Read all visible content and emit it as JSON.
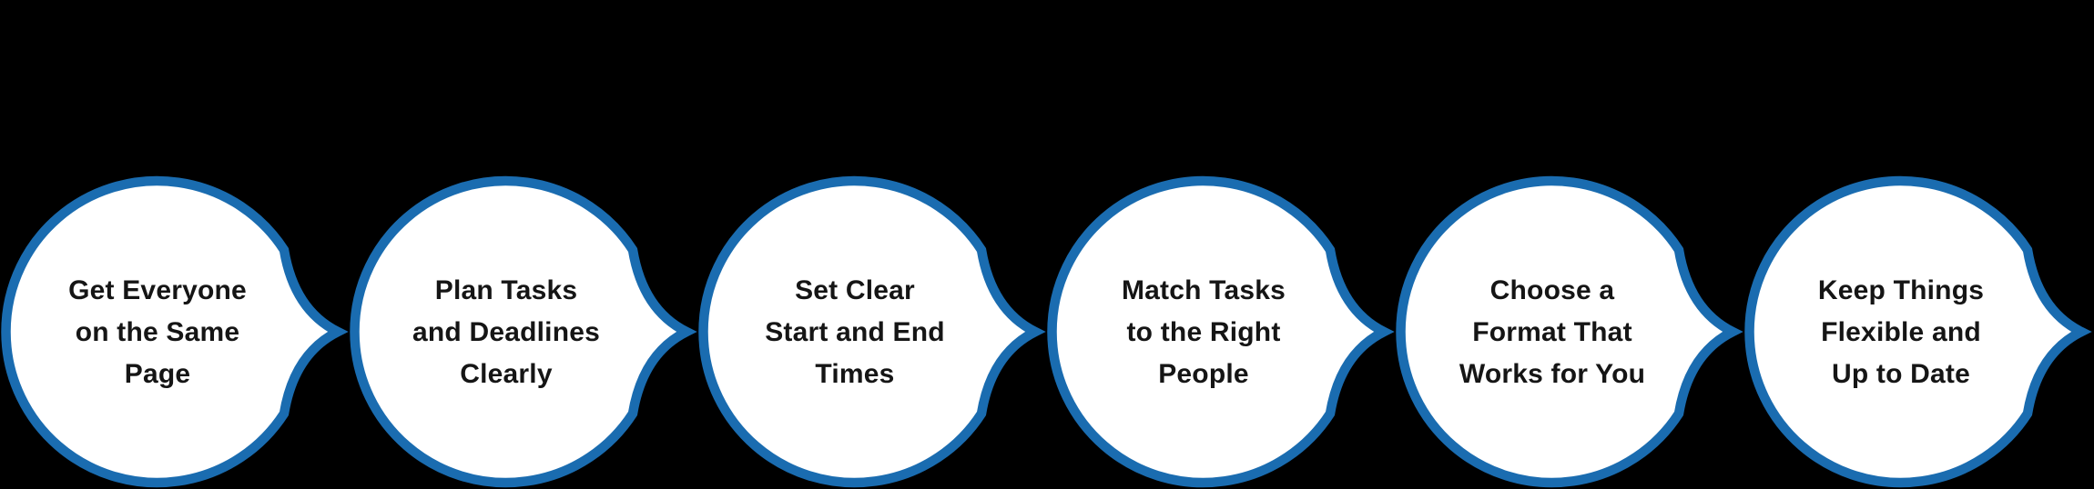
{
  "diagram": {
    "type": "process-step-bubbles",
    "background_color": "#000000",
    "bubble_style": {
      "fill": "#ffffff",
      "border_color": "#1a6cb0",
      "text_color": "#151515",
      "pointer_direction": "right"
    },
    "steps": [
      {
        "label": "Get Everyone on the Same Page",
        "lines": [
          "Get Everyone",
          "on the Same",
          "Page"
        ]
      },
      {
        "label": "Plan Tasks and Deadlines Clearly",
        "lines": [
          "Plan Tasks",
          "and Deadlines",
          "Clearly"
        ]
      },
      {
        "label": "Set Clear Start and End Times",
        "lines": [
          "Set Clear",
          "Start and End",
          "Times"
        ]
      },
      {
        "label": "Match Tasks to the Right People",
        "lines": [
          "Match Tasks",
          "to the Right",
          "People"
        ]
      },
      {
        "label": "Choose a Format That Works for You",
        "lines": [
          "Choose a",
          "Format That",
          "Works for You"
        ]
      },
      {
        "label": "Keep Things Flexible and Up to Date",
        "lines": [
          "Keep Things",
          "Flexible and",
          "Up to Date"
        ]
      }
    ]
  }
}
